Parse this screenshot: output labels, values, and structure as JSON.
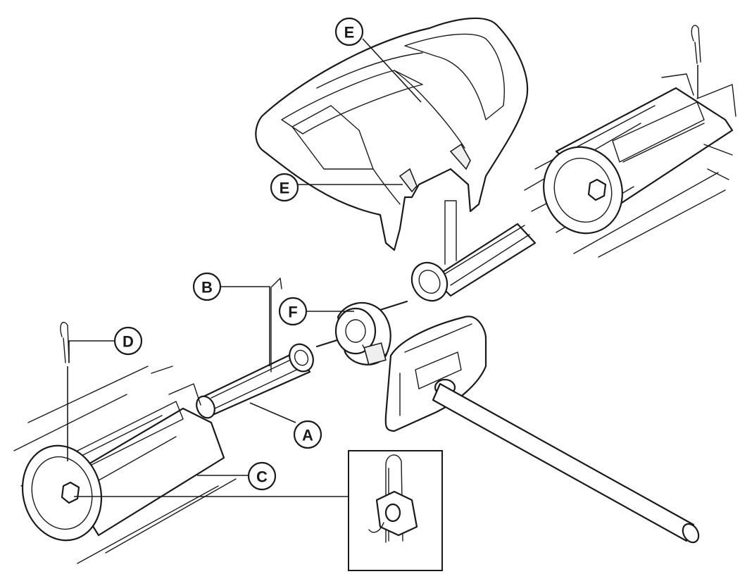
{
  "callouts": {
    "A": "A",
    "B": "B",
    "C": "C",
    "D": "D",
    "E_top": "E",
    "E_left": "E",
    "F": "F"
  }
}
